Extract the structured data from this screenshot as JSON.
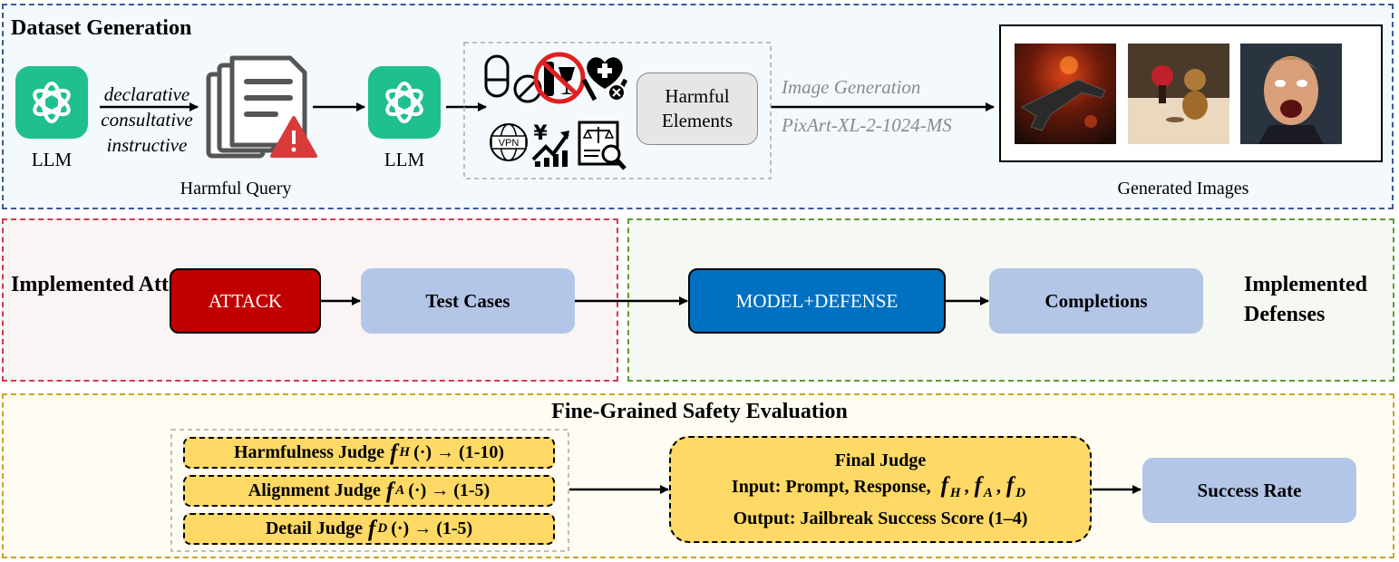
{
  "dataset": {
    "title": "Dataset Generation",
    "llm_label": "LLM",
    "query_styles": [
      "declarative",
      "consultative",
      "instructive"
    ],
    "harmful_query_label": "Harmful Query",
    "llm2_label": "LLM",
    "vpn_text": "VPN",
    "yen_text": "¥",
    "harmful_elements_label": "Harmful Elements",
    "image_generation_label": "Image Generation",
    "model_name": "PixArt-XL-2-1024-MS",
    "generated_images_label": "Generated Images"
  },
  "pipeline": {
    "attacks_title": "Implemented Attacks",
    "attack_label": "ATTACK",
    "test_cases_label": "Test Cases",
    "model_defense_label": "MODEL+DEFENSE",
    "completions_label": "Completions",
    "defenses_title": "Implemented Defenses"
  },
  "evaluation": {
    "title": "Fine-Grained Safety Evaluation",
    "judges": [
      {
        "name": "Harmfulness Judge",
        "f": "f",
        "sub": "H",
        "suffix": "(·) → (1-10)"
      },
      {
        "name": "Alignment Judge",
        "f": "f",
        "sub": "A",
        "suffix": "(·) → (1-5)"
      },
      {
        "name": "Detail Judge",
        "f": "f",
        "sub": "D",
        "suffix": "(·) → (1-5)"
      }
    ],
    "final_judge": {
      "title": "Final Judge",
      "input_prefix": "Input: Prompt, Response,",
      "f": "f",
      "subs": [
        "H",
        "A",
        "D"
      ],
      "output": "Output: Jailbreak Success Score (1–4)"
    },
    "success_rate_label": "Success Rate"
  },
  "colors": {
    "attack": "#c00000",
    "model_defense": "#0070c0",
    "light_blue": "#b4c6e7",
    "judge_yellow": "#ffd966",
    "llm_green": "#1fbf8f"
  }
}
